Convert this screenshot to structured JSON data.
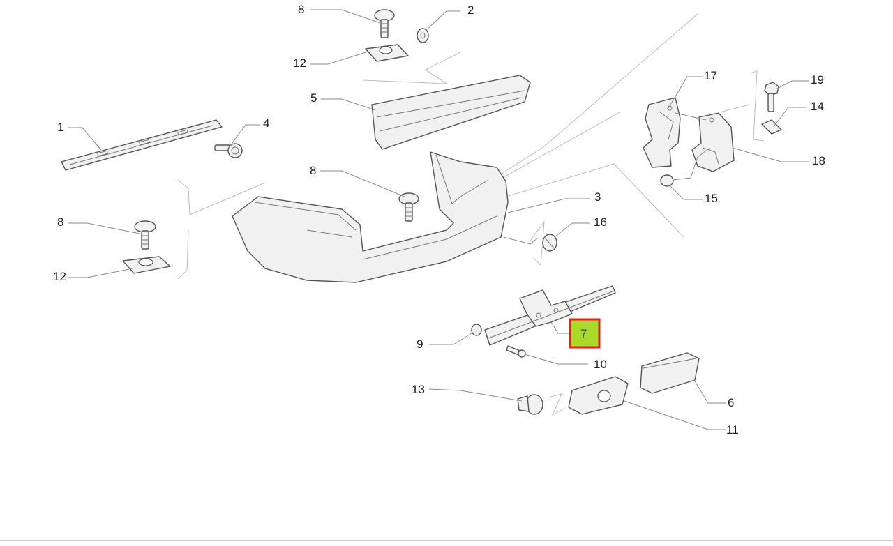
{
  "diagram": {
    "highlight_color": "#a9d92b",
    "highlight_border": "#e0221b",
    "callouts": [
      {
        "id": "c8a",
        "label": "8"
      },
      {
        "id": "c2",
        "label": "2"
      },
      {
        "id": "c12a",
        "label": "12"
      },
      {
        "id": "c5",
        "label": "5"
      },
      {
        "id": "c1",
        "label": "1"
      },
      {
        "id": "c4",
        "label": "4"
      },
      {
        "id": "c8b",
        "label": "8"
      },
      {
        "id": "c3",
        "label": "3"
      },
      {
        "id": "c8c",
        "label": "8"
      },
      {
        "id": "c12b",
        "label": "12"
      },
      {
        "id": "c16",
        "label": "16"
      },
      {
        "id": "c17",
        "label": "17"
      },
      {
        "id": "c19",
        "label": "19"
      },
      {
        "id": "c14",
        "label": "14"
      },
      {
        "id": "c18",
        "label": "18"
      },
      {
        "id": "c15",
        "label": "15"
      },
      {
        "id": "c7",
        "label": "7",
        "highlighted": true
      },
      {
        "id": "c9",
        "label": "9"
      },
      {
        "id": "c10",
        "label": "10"
      },
      {
        "id": "c13",
        "label": "13"
      },
      {
        "id": "c6",
        "label": "6"
      },
      {
        "id": "c11",
        "label": "11"
      }
    ]
  }
}
